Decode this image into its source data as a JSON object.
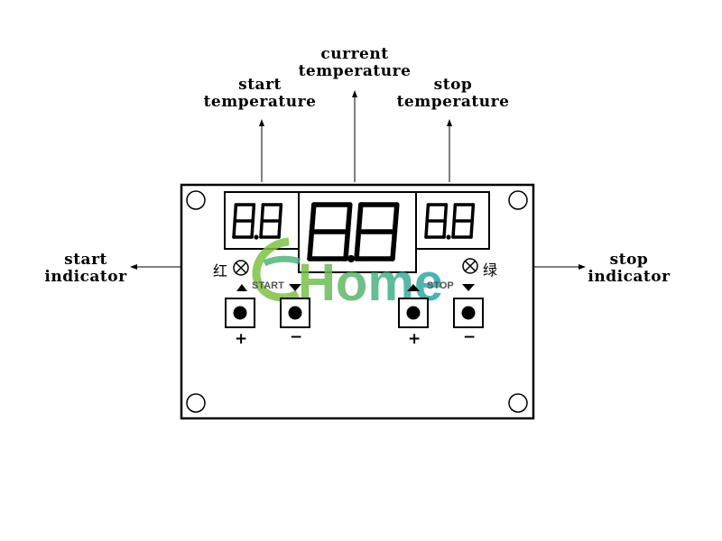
{
  "callouts": {
    "current_temperature": [
      "current",
      "temperature"
    ],
    "start_temperature": [
      "start",
      "temperature"
    ],
    "stop_temperature": [
      "stop",
      "temperature"
    ],
    "start_indicator": [
      "start",
      "indicator"
    ],
    "stop_indicator": [
      "stop",
      "indicator"
    ]
  },
  "displays": {
    "left": "8.8",
    "center": "8.8",
    "right": "8.8"
  },
  "indicators": {
    "left_label": "红",
    "right_label": "绿"
  },
  "buttons": {
    "start_label": "START",
    "stop_label": "STOP",
    "plus": "+",
    "minus": "−"
  },
  "watermark": {
    "text": "Home",
    "colors": [
      "#7dc242",
      "#22a6b3"
    ]
  }
}
